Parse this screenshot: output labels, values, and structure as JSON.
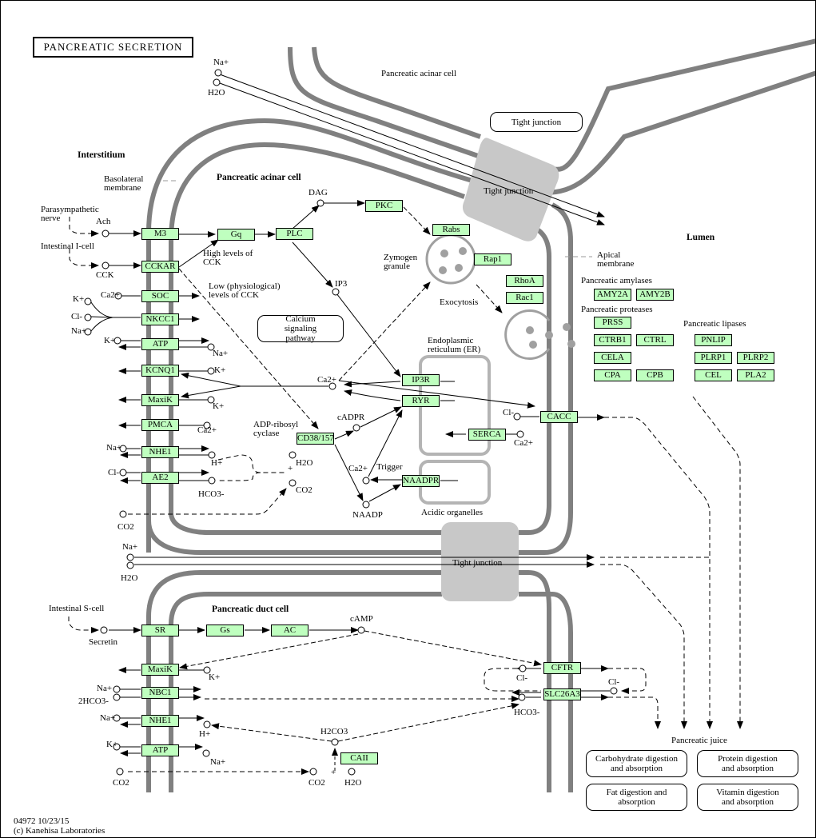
{
  "title": "PANCREATIC SECRETION",
  "footer": {
    "id_date": "04972 10/23/15",
    "copyright": "(c) Kanehisa Laboratories"
  },
  "regions": {
    "interstitium": "Interstitium",
    "acinar_cell_top": "Pancreatic acinar cell",
    "acinar_cell": "Pancreatic acinar cell",
    "duct_cell": "Pancreatic duct cell",
    "lumen": "Lumen",
    "basolateral": "Basolateral membrane",
    "apical": "Apical membrane",
    "tight_junction": "Tight junction",
    "tight_junction_label_box": "Tight junction",
    "tight_junction_2": "Tight junction",
    "er": "Endoplasmic reticulum (ER)",
    "acidic": "Acidic organelles",
    "zymogen": "Zymogen granule",
    "exocytosis": "Exocytosis",
    "calcium_pathway": "Calcium signaling pathway"
  },
  "inputs": {
    "parasympathetic": "Parasympathetic nerve",
    "i_cell": "Intestinal I-cell",
    "s_cell": "Intestinal S-cell",
    "high_cck": "High levels of CCK",
    "low_cck": "Low (physiological) levels of CCK",
    "adp_cyclase": "ADP-ribosyl cyclase",
    "trigger": "Trigger"
  },
  "compounds": {
    "ach": "Ach",
    "cck": "CCK",
    "secretin": "Secretin",
    "dag": "DAG",
    "ip3": "IP3",
    "ca": "Ca2+",
    "k": "K+",
    "cl": "Cl-",
    "na": "Na+",
    "h": "H+",
    "hco3": "HCO3-",
    "co2": "CO2",
    "h2o": "H2O",
    "cadpr": "cADPR",
    "naadp": "NAADP",
    "camp": "cAMP",
    "h2co3": "H2CO3",
    "two_hco3": "2HCO3-",
    "plus": "+"
  },
  "genes": {
    "M3": "M3",
    "CCKAR": "CCKAR",
    "Gq": "Gq",
    "PLC": "PLC",
    "PKC": "PKC",
    "SOC": "SOC",
    "NKCC1": "NKCC1",
    "ATP": "ATP",
    "KCNQ1": "KCNQ1",
    "MaxiK": "MaxiK",
    "PMCA": "PMCA",
    "NHE1": "NHE1",
    "AE2": "AE2",
    "CD38": "CD38/157",
    "IP3R": "IP3R",
    "RYR": "RYR",
    "SERCA": "SERCA",
    "NAADPR": "NAADPR",
    "CACC": "CACC",
    "Rabs": "Rabs",
    "Rap1": "Rap1",
    "RhoA": "RhoA",
    "Rac1": "Rac1",
    "SR": "SR",
    "Gs": "Gs",
    "AC": "AC",
    "MaxiK2": "MaxiK",
    "NBC1": "NBC1",
    "NHE1b": "NHE1",
    "ATP2": "ATP",
    "CAII": "CAII",
    "CFTR": "CFTR",
    "SLC26A3": "SLC26A3"
  },
  "enzymes": {
    "amylases_label": "Pancreatic amylases",
    "amylases": [
      "AMY2A",
      "AMY2B"
    ],
    "proteases_label": "Pancreatic proteases",
    "proteases": [
      "PRSS",
      "CTRB1",
      "CTRL",
      "CELA",
      "CPA",
      "CPB"
    ],
    "lipases_label": "Pancreatic lipases",
    "lipases": [
      "PNLIP",
      "PLRP1",
      "PLRP2",
      "CEL",
      "PLA2"
    ]
  },
  "outputs": {
    "juice": "Pancreatic juice",
    "boxes": [
      "Carbohydrate digestion and absorption",
      "Protein digestion and absorption",
      "Fat digestion and absorption",
      "Vitamin digestion and absorption"
    ]
  },
  "colors": {
    "gene_fill": "#bfffbf",
    "membrane": "#808080",
    "organelle": "#a0a0a0",
    "tight_junction": "#c8c8c8"
  }
}
